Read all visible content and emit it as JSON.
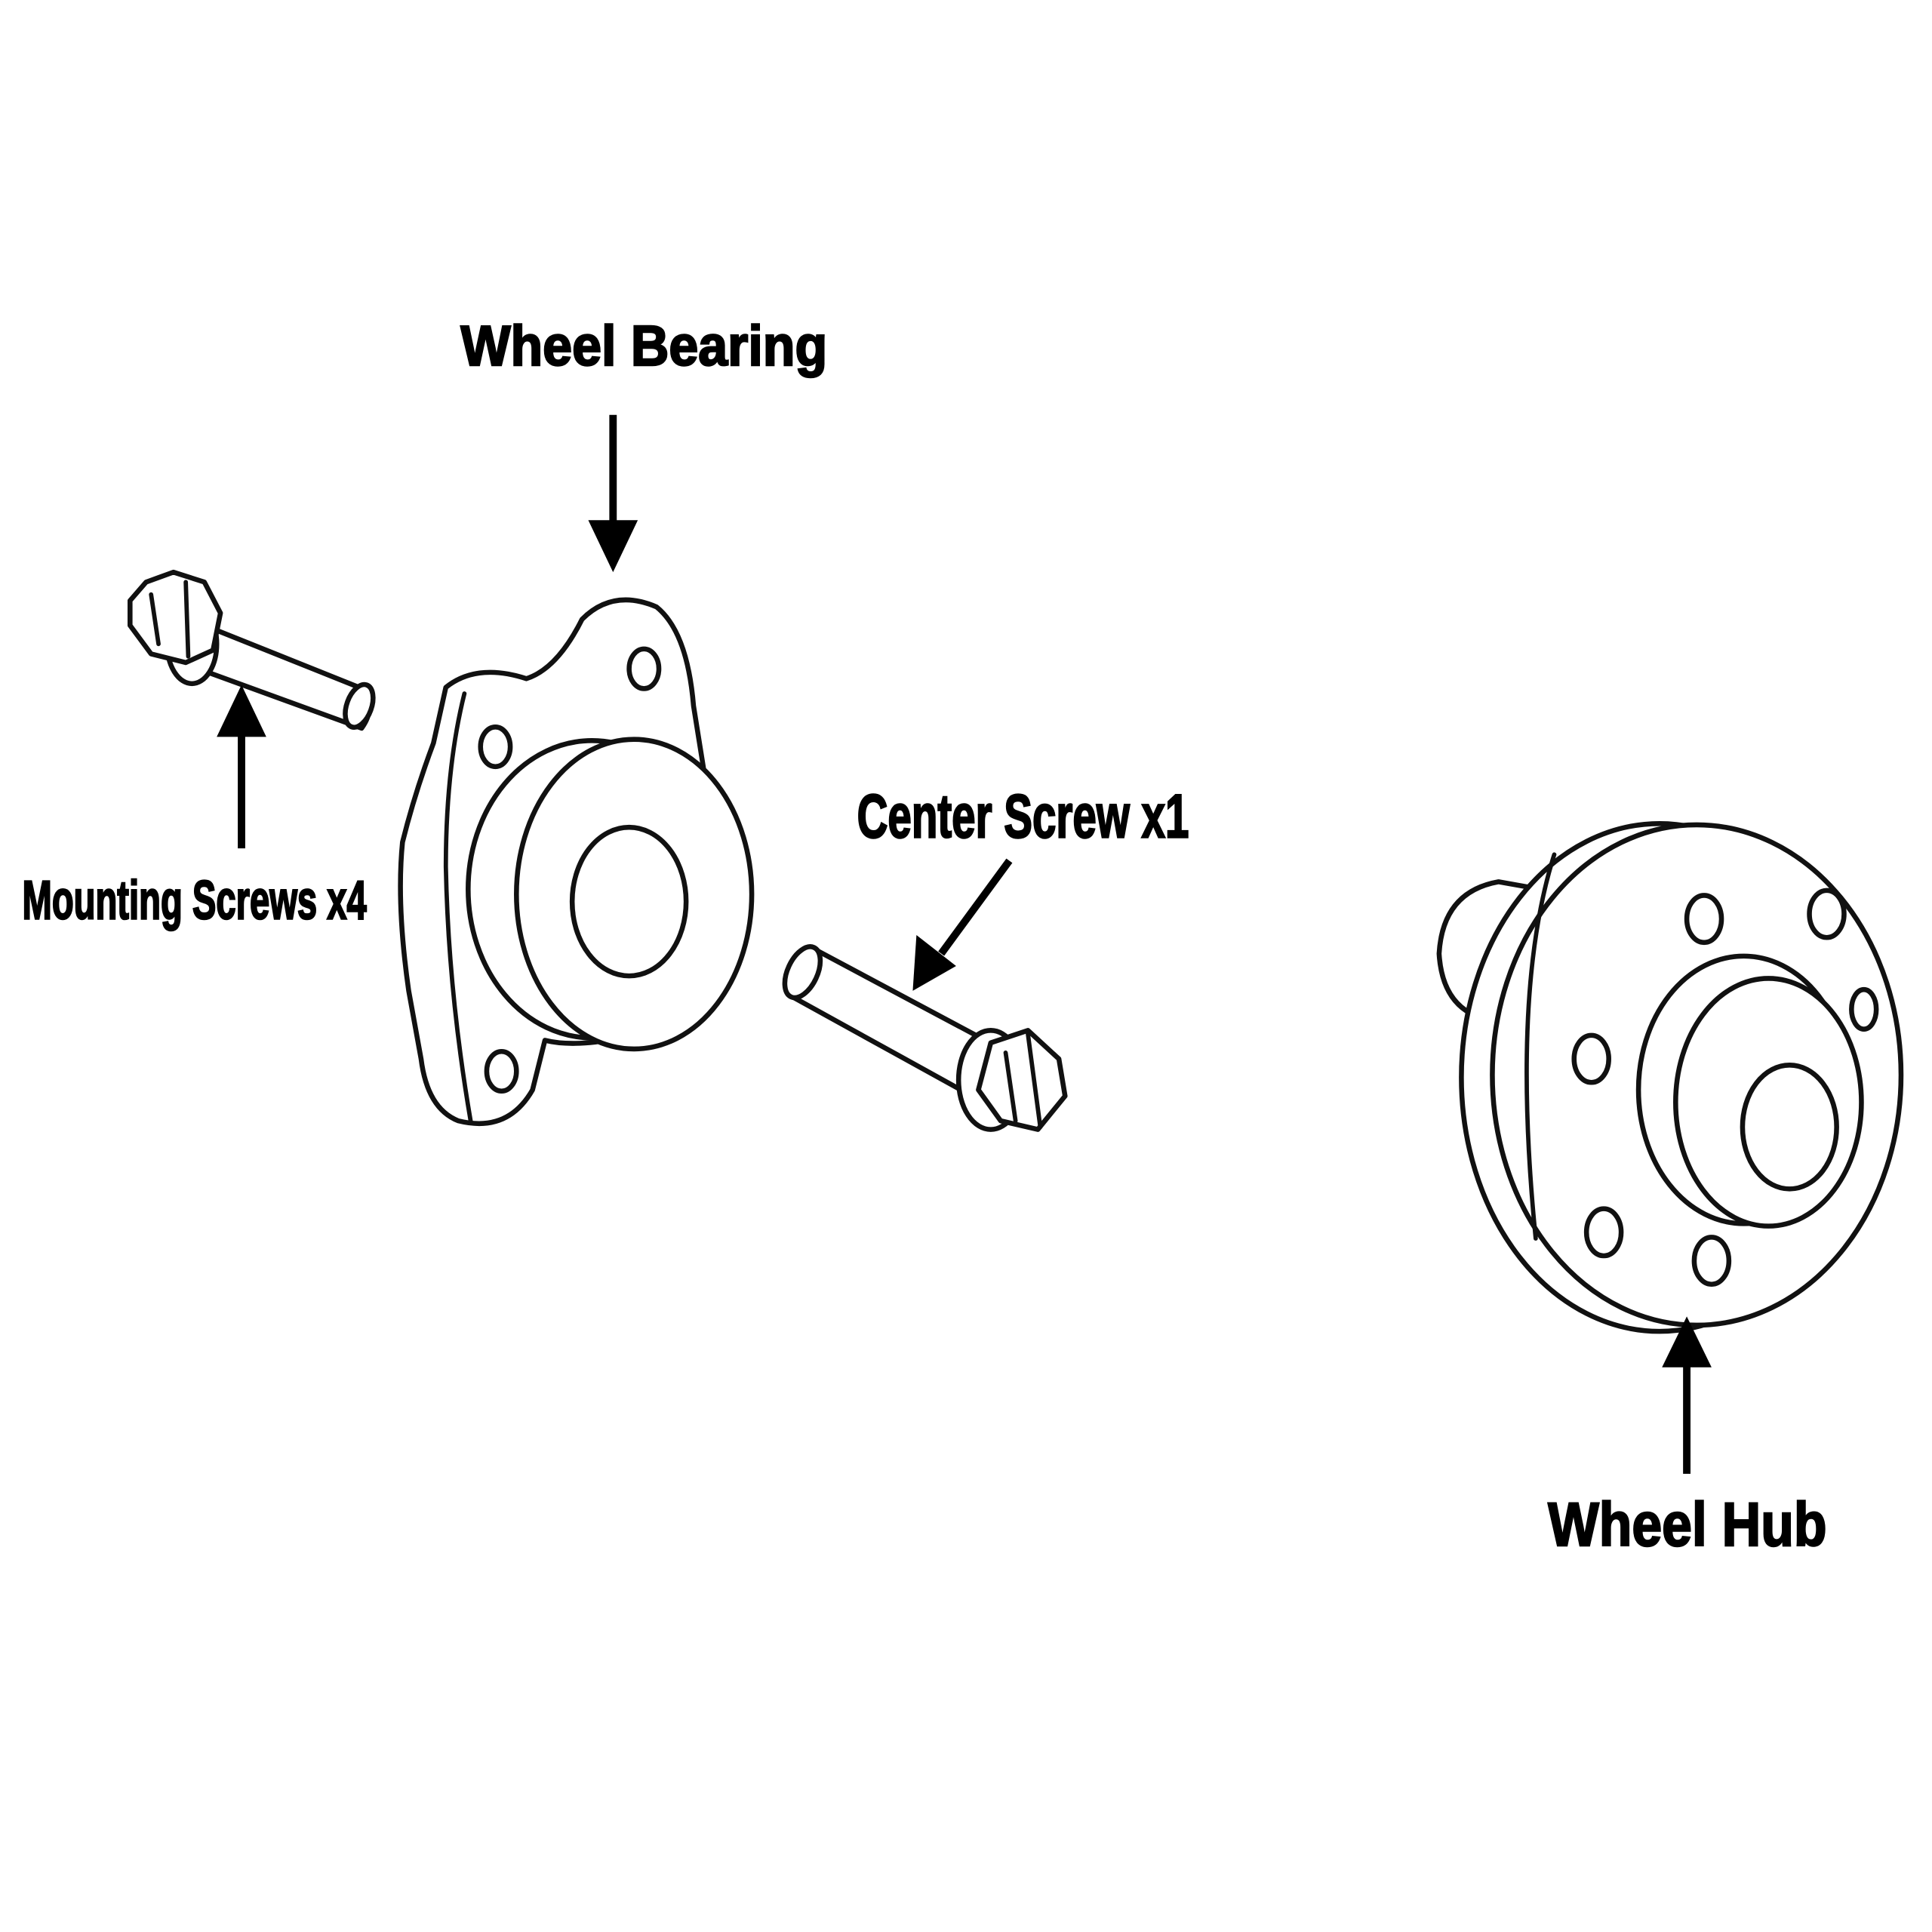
{
  "labels": {
    "wheel_bearing": "Wheel  Bearing",
    "mounting_screws": "Mounting Screws x4",
    "center_screw": "Center Screw x1",
    "wheel_hub": "Wheel Hub"
  },
  "colors": {
    "line": "#111111",
    "background": "#ffffff"
  }
}
